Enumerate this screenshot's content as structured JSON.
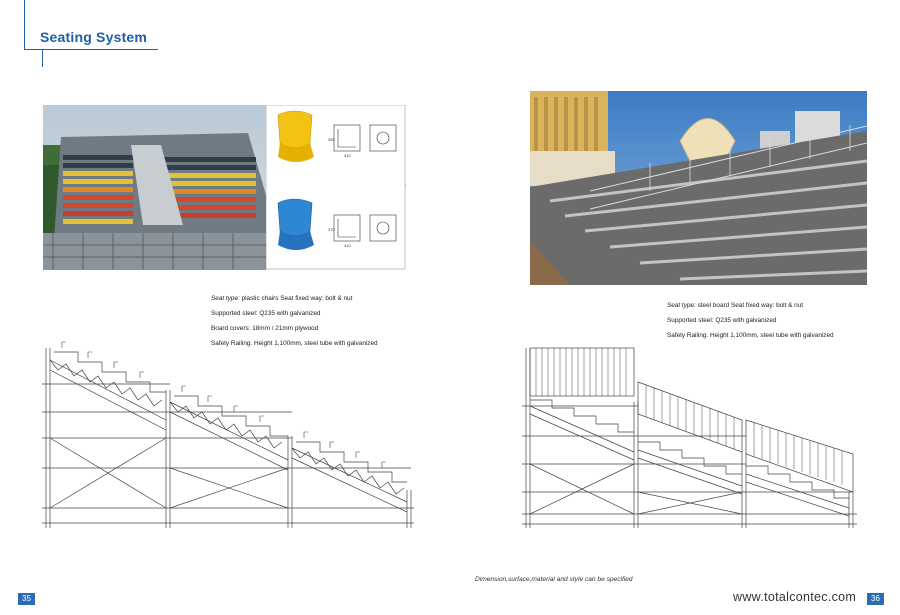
{
  "header": {
    "title": "Seating System"
  },
  "left_specs": {
    "seat_type_label": "Seat type:",
    "seat_type_value": "plastic chairs  Seat fixed way: bolt & nut",
    "supported_steel": "Supported steel: Q235 with galvanized",
    "board_covers": "Board covers: 18mm / 21mm plywood",
    "safety_railing": "Safety Railing: Height 1,100mm, steel tube with galvanized"
  },
  "right_specs": {
    "seat_type_label": "Seat type:",
    "seat_type_value": "steel board   Seat fixed way: bolt & nut",
    "supported_steel": "Supported steel: Q235 with galvanized",
    "safety_railing": "Safety Railing: Height 1,100mm, steel tube with galvanized"
  },
  "chair_dims": {
    "yellow_h": "395",
    "yellow_w": "410",
    "blue_h": "370",
    "blue_w": "410"
  },
  "footer": {
    "note": "Dimension,surface,material and style can be specified",
    "website": "www.totalcontec.com",
    "page_left": "35",
    "page_right": "36"
  },
  "colors": {
    "accent": "#1f5fa6",
    "page_badge": "#2a6db5"
  }
}
